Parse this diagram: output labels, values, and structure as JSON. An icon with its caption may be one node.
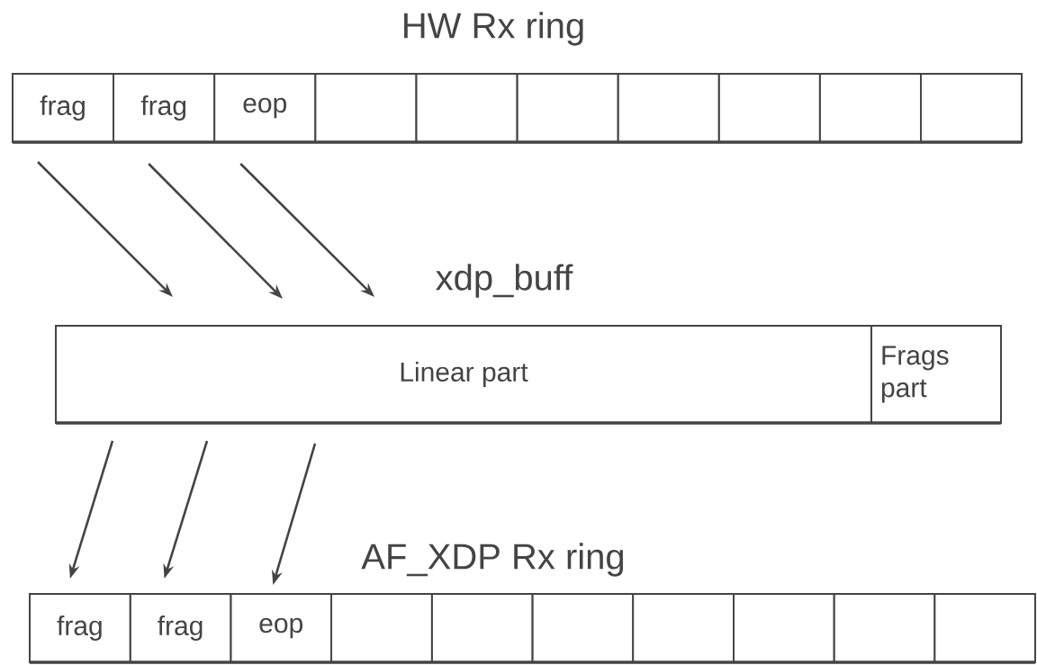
{
  "diagram": {
    "nodes": [
      {
        "text": [
          "HW Rx ring"
        ]
      },
      {
        "text": [
          "frag"
        ],
        "in": 0
      },
      {
        "text": [
          "frag"
        ],
        "in": 0
      },
      {
        "text": [
          "eop"
        ],
        "in": 0
      },
      {
        "text": [],
        "shape": "box",
        "in": 0
      },
      {
        "text": [],
        "shape": "box",
        "in": 0
      },
      {
        "text": [],
        "shape": "box",
        "in": 0
      },
      {
        "text": [],
        "shape": "box",
        "in": 0
      },
      {
        "text": [],
        "shape": "box",
        "in": 0
      },
      {
        "text": [],
        "shape": "box",
        "in": 0
      },
      {
        "text": [],
        "shape": "box",
        "in": 0
      },
      {
        "text": [
          "xdp_buff"
        ]
      },
      {
        "text": [
          "Linear part"
        ],
        "in": 11
      },
      {
        "text": [
          "Frags part"
        ],
        "in": 11
      },
      {
        "text": [
          "AF_XDP Rx ring"
        ]
      },
      {
        "text": [
          "frag"
        ],
        "in": 14
      },
      {
        "text": [
          "frag"
        ],
        "in": 14
      },
      {
        "text": [
          "eop"
        ],
        "in": 14
      },
      {
        "text": [],
        "shape": "box",
        "in": 14
      },
      {
        "text": [],
        "shape": "box",
        "in": 14
      },
      {
        "text": [],
        "shape": "box",
        "in": 14
      },
      {
        "text": [],
        "shape": "box",
        "in": 14
      },
      {
        "text": [],
        "shape": "box",
        "in": 14
      },
      {
        "text": [],
        "shape": "box",
        "in": 14
      },
      {
        "text": [],
        "shape": "box",
        "in": 14
      }
    ],
    "edges": [
      {
        "from": 1,
        "to": 12,
        "arrow": "to"
      },
      {
        "from": 2,
        "to": 12,
        "arrow": "to"
      },
      {
        "from": 3,
        "to": 12,
        "arrow": "to"
      },
      {
        "from": 12,
        "to": 15,
        "arrow": "to"
      },
      {
        "from": 12,
        "to": 16,
        "arrow": "to"
      },
      {
        "from": 12,
        "to": 17,
        "arrow": "to"
      }
    ]
  }
}
